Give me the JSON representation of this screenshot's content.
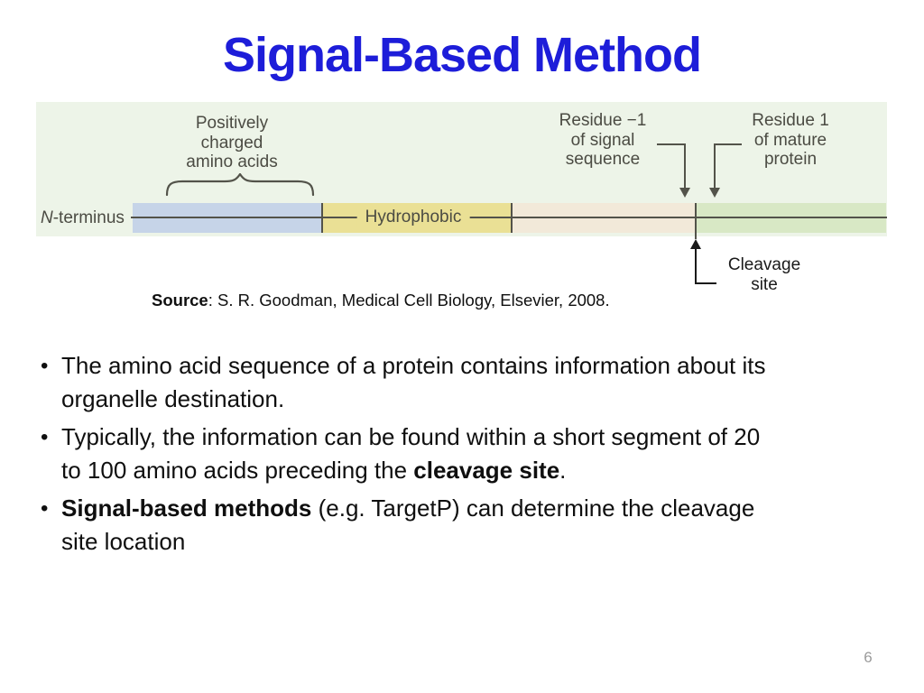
{
  "title": "Signal-Based Method",
  "diagram": {
    "positively_charged_label": "Positively\ncharged\namino acids",
    "n_terminus_italic": "N",
    "n_terminus_rest": "-terminus",
    "hydrophobic_label": "Hydrophobic",
    "residue_minus1_label": "Residue −1\nof signal\nsequence",
    "residue_1_label": "Residue 1\nof mature\nprotein",
    "cleavage_label": "Cleavage\nsite"
  },
  "source": {
    "label": "Source",
    "text": ": S. R. Goodman, Medical Cell Biology, Elsevier, 2008."
  },
  "bullet_marker": "•",
  "bullets": [
    {
      "lines": [
        [
          {
            "text": "The amino acid sequence of a protein contains information about its",
            "bold": false
          }
        ],
        [
          {
            "text": "organelle destination.",
            "bold": false
          }
        ]
      ]
    },
    {
      "lines": [
        [
          {
            "text": "Typically, the information can be found within a short segment of 20",
            "bold": false
          }
        ],
        [
          {
            "text": "to 100 amino acids preceding the ",
            "bold": false
          },
          {
            "text": "cleavage site",
            "bold": true
          },
          {
            "text": ".",
            "bold": false
          }
        ]
      ]
    },
    {
      "lines": [
        [
          {
            "text": "Signal-based methods",
            "bold": true
          },
          {
            "text": " (e.g. TargetP) can determine the cleavage",
            "bold": false
          }
        ],
        [
          {
            "text": "site location",
            "bold": false
          }
        ]
      ]
    }
  ],
  "page_number": "6",
  "colors": {
    "title": "#1d1dd9",
    "diagram_bg": "#edf4e8",
    "seg_blue": "#c6d4e8",
    "seg_yellow": "#eae095",
    "seg_pink": "#f2e9d9",
    "seg_green": "#d8e8c5",
    "diagram_line": "#53534a",
    "diagram_text": "#4b4b43",
    "callout": "#1a1a1a",
    "body_text": "#0f0f0f",
    "page_number": "#9b9b9b"
  }
}
